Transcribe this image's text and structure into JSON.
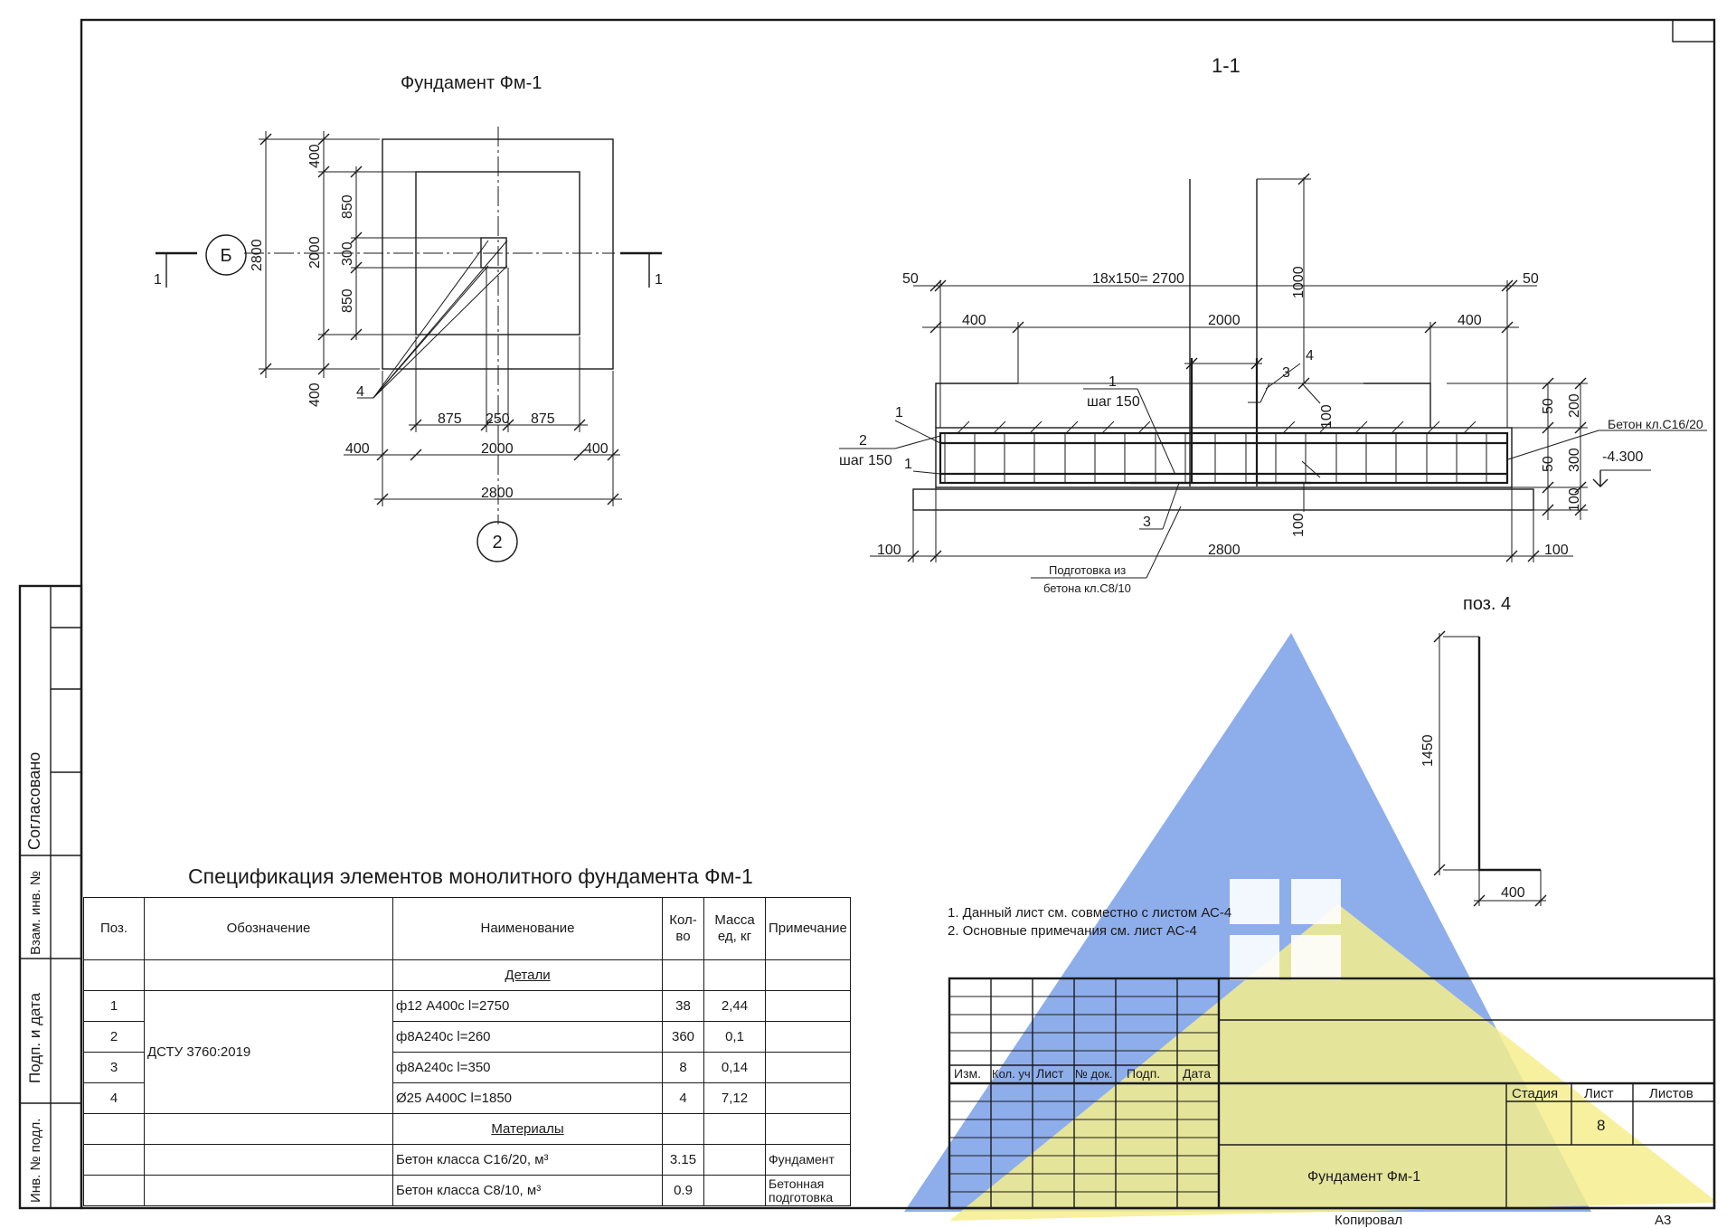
{
  "plan": {
    "title": "Фундамент Фм-1",
    "axis_b": "Б",
    "axis_2": "2",
    "section_mark": "1",
    "rebar_pos": "4",
    "dims_vertical_outer": [
      "400",
      "2800",
      "400"
    ],
    "dims_vertical_inner": [
      "850",
      "2000",
      "300",
      "850"
    ],
    "dims_h_inner": [
      "875",
      "250",
      "875"
    ],
    "dims_h_mid": [
      "400",
      "2000",
      "400"
    ],
    "dim_h_total": "2800"
  },
  "section": {
    "title": "1-1",
    "dim_50_left": "50",
    "dim_50_right": "50",
    "dim_spacing": "18х150= 2700",
    "dim_1000": "1000",
    "dim_400_left": "400",
    "dim_2000": "2000",
    "dim_400_right": "400",
    "pos_1": "1",
    "pos_1_step": "шаг 150",
    "pos_3": "3",
    "pos_4": "4",
    "pos_2": "2",
    "pos_2_step": "шаг 150",
    "pos_1_left_a": "1",
    "pos_1_left_b": "1",
    "pos_3_bottom": "3",
    "dim_100_a": "100",
    "dim_100_b": "100",
    "dim_50_a": "50",
    "dim_200": "200",
    "dim_50_b": "50",
    "dim_300": "300",
    "dim_100_c": "100",
    "concrete_label": "Бетон кл.С16/20",
    "elevation": "-4.300",
    "dim_100_left": "100",
    "dim_2800": "2800",
    "dim_100_right": "100",
    "prep_line1": "Подготовка из",
    "prep_line2": "бетона кл.С8/10"
  },
  "pos4": {
    "title": "поз. 4",
    "dim_height": "1450",
    "dim_width": "400"
  },
  "side_stamp": {
    "agreed": "Согласовано",
    "vzam": "Взам. инв. №",
    "podp": "Подп. и дата",
    "inv": "Инв. № подл."
  },
  "spec": {
    "title": "Спецификация элементов монолитного фундамента Фм-1",
    "headers": [
      "Поз.",
      "Обозначение",
      "Наименование",
      "Кол-во",
      "Масса ед, кг",
      "Примечание"
    ],
    "section_details": "Детали",
    "standard": "ДСТУ 3760:2019",
    "details": [
      {
        "pos": "1",
        "name": "ф12 А400с l=2750",
        "qty": "38",
        "mass": "2,44"
      },
      {
        "pos": "2",
        "name": "ф8А240с l=260",
        "qty": "360",
        "mass": "0,1"
      },
      {
        "pos": "3",
        "name": "ф8А240с l=350",
        "qty": "8",
        "mass": "0,14"
      },
      {
        "pos": "4",
        "name": " Ø25 А400С l=1850",
        "qty": "4",
        "mass": "7,12"
      }
    ],
    "section_materials": "Материалы",
    "materials": [
      {
        "name": "Бетон класса С16/20, м³",
        "qty": "3.15",
        "note": "Фундамент"
      },
      {
        "name": "Бетон класса С8/10, м³",
        "qty": "0.9",
        "note": "Бетонная подготовка"
      }
    ]
  },
  "notes": [
    "1. Данный лист см. совместно с листом АС-4",
    "2. Основные примечания см. лист АС-4"
  ],
  "title_block": {
    "izm": "Изм.",
    "kol": "Кол. уч",
    "list": "Лист",
    "ndok": "№ док.",
    "podp": "Подп.",
    "data": "Дата",
    "stage": "Стадия",
    "sheet": "Лист",
    "sheets": "Листов",
    "sheet_num": "8",
    "name": "Фундамент Фм-1",
    "copied": "Копировал",
    "format": "А3"
  },
  "colors": {
    "watermark_blue": "#4f7fe0",
    "watermark_yellow": "#f5ec7a",
    "line": "#1a1a1a"
  }
}
